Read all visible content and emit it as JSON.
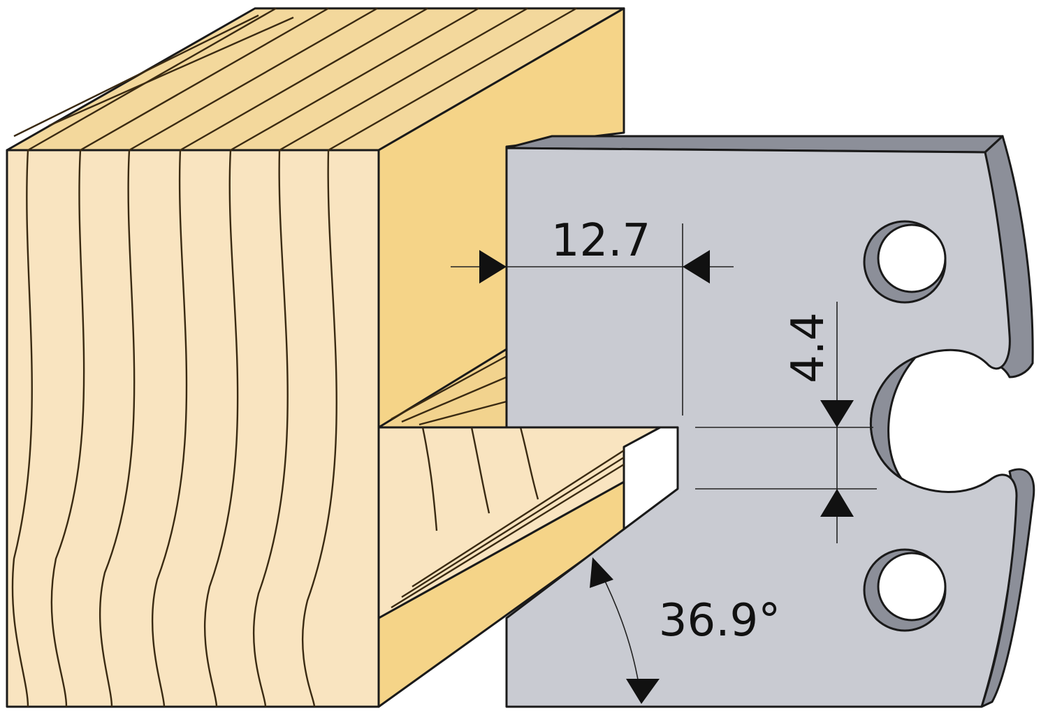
{
  "diagram": {
    "dimensions": {
      "width_label": "12.7",
      "depth_label": "4.4",
      "angle_label": "36.9°"
    },
    "colors": {
      "wood_face": "#f9e4c0",
      "wood_top": "#f3d89c",
      "wood_side": "#f5d488",
      "knife_face": "#c9cbd2",
      "knife_edge": "#8c8f99",
      "outline": "#1a1a1a"
    }
  }
}
